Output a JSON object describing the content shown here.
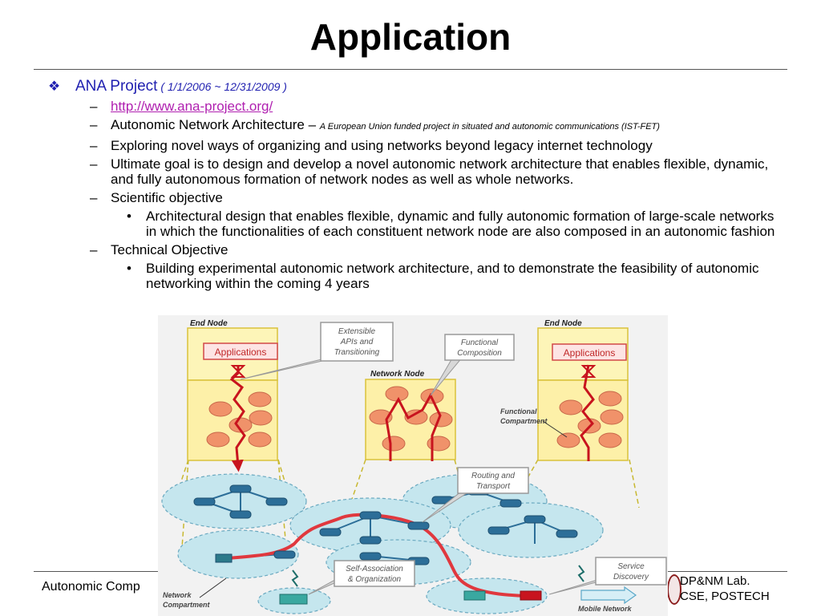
{
  "slide": {
    "title": "Application",
    "project_heading": "ANA Project",
    "project_period": " ( 1/1/2006 ~ 12/31/2009 )",
    "items": [
      {
        "text": "http://www.ana-project.org/",
        "note": ""
      },
      {
        "text": "Autonomic Network Architecture – ",
        "note": "A European Union funded project in situated and autonomic communications (IST-FET)"
      },
      {
        "text": "Exploring novel ways of organizing and using networks beyond legacy internet technology",
        "note": ""
      },
      {
        "text": "Ultimate goal is to design and develop a novel autonomic network architecture that enables flexible, dynamic, and fully autonomous formation of network nodes as well as whole networks.",
        "note": ""
      },
      {
        "text": "Scientific objective",
        "note": ""
      },
      {
        "text": "Architectural design that enables flexible, dynamic and fully autonomic formation of large-scale networks in which the functionalities of each constituent network node are also composed in an autonomic fashion",
        "note": ""
      },
      {
        "text": "Technical Objective",
        "note": ""
      },
      {
        "text": "Building experimental autonomic network architecture, and to demonstrate the feasibility of autonomic networking within the coming 4 years",
        "note": ""
      }
    ]
  },
  "diagram": {
    "end_node_left": "End Node",
    "end_node_right": "End Node",
    "network_node": "Network Node",
    "applications_left": "Applications",
    "applications_right": "Applications",
    "callout_apis": [
      "Extensible",
      "APIs  and",
      "Transitioning"
    ],
    "callout_functional_composition": [
      "Functional",
      "Composition"
    ],
    "functional_compartment": [
      "Functional",
      "Compartment"
    ],
    "callout_routing": [
      "Routing and",
      "Transport"
    ],
    "callout_self_assoc": [
      "Self-Association",
      "& Organization"
    ],
    "callout_service": [
      "Service",
      "Discovery"
    ],
    "network_compartment": [
      "Network",
      "Compartment"
    ],
    "mobile_network": "Mobile Network"
  },
  "footer": {
    "left": "Autonomic Comp",
    "right_line1": "DP&NM Lab.",
    "right_line2": "CSE, POSTECH"
  },
  "colors": {
    "heading_blue": "#1f1fb0",
    "link_magenta": "#b020b0",
    "node_yellow": "#fdf5b8",
    "cell_orange": "#f0926a",
    "path_red": "#c8141e",
    "ellipse_blue": "#c5e6ee",
    "router_blue": "#2c6e98"
  }
}
